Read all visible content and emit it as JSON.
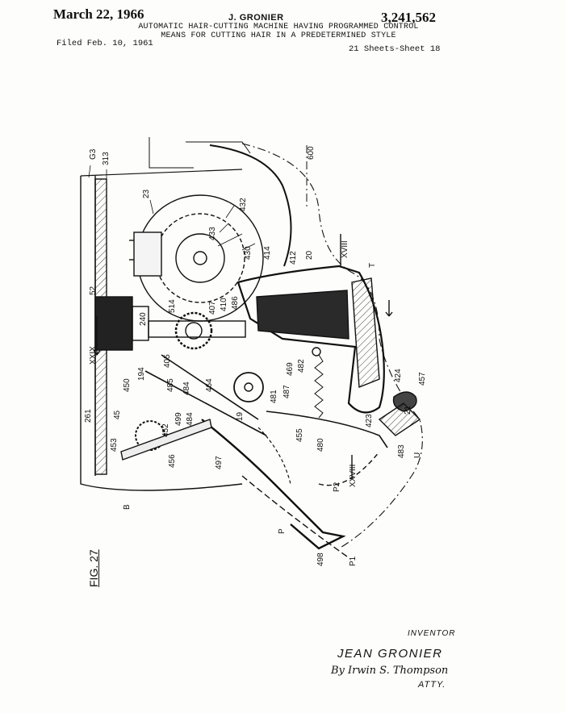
{
  "header": {
    "date": "March 22, 1966",
    "inventor": "J. GRONIER",
    "patent_number": "3,241,562",
    "title_line1": "AUTOMATIC HAIR-CUTTING MACHINE HAVING PROGRAMMED CONTROL",
    "title_line2": "MEANS FOR CUTTING HAIR IN A PREDETERMINED STYLE",
    "filed": "Filed Feb. 10, 1961",
    "sheets": "21 Sheets-Sheet 18"
  },
  "figure_label": "FIG. 27",
  "labels": [
    "G3",
    "313",
    "23",
    "432",
    "433",
    "430",
    "414",
    "412",
    "20",
    "600",
    "T",
    "XVIII",
    "52",
    "240",
    "514",
    "410",
    "407",
    "486",
    "XXIX",
    "405",
    "469",
    "482",
    "194",
    "485",
    "484",
    "464",
    "487",
    "481",
    "19",
    "424",
    "457",
    "450",
    "45",
    "499",
    "484",
    "261",
    "452",
    "453",
    "456",
    "497",
    "455",
    "480",
    "423",
    "21",
    "483",
    "U",
    "XXVIII",
    "P2",
    "P",
    "B",
    "498",
    "P1"
  ],
  "signature": {
    "inventor_label": "INVENTOR",
    "inventor_name": "JEAN GRONIER",
    "attorney": "By Irwin S. Thompson",
    "atty_label": "ATTY."
  }
}
